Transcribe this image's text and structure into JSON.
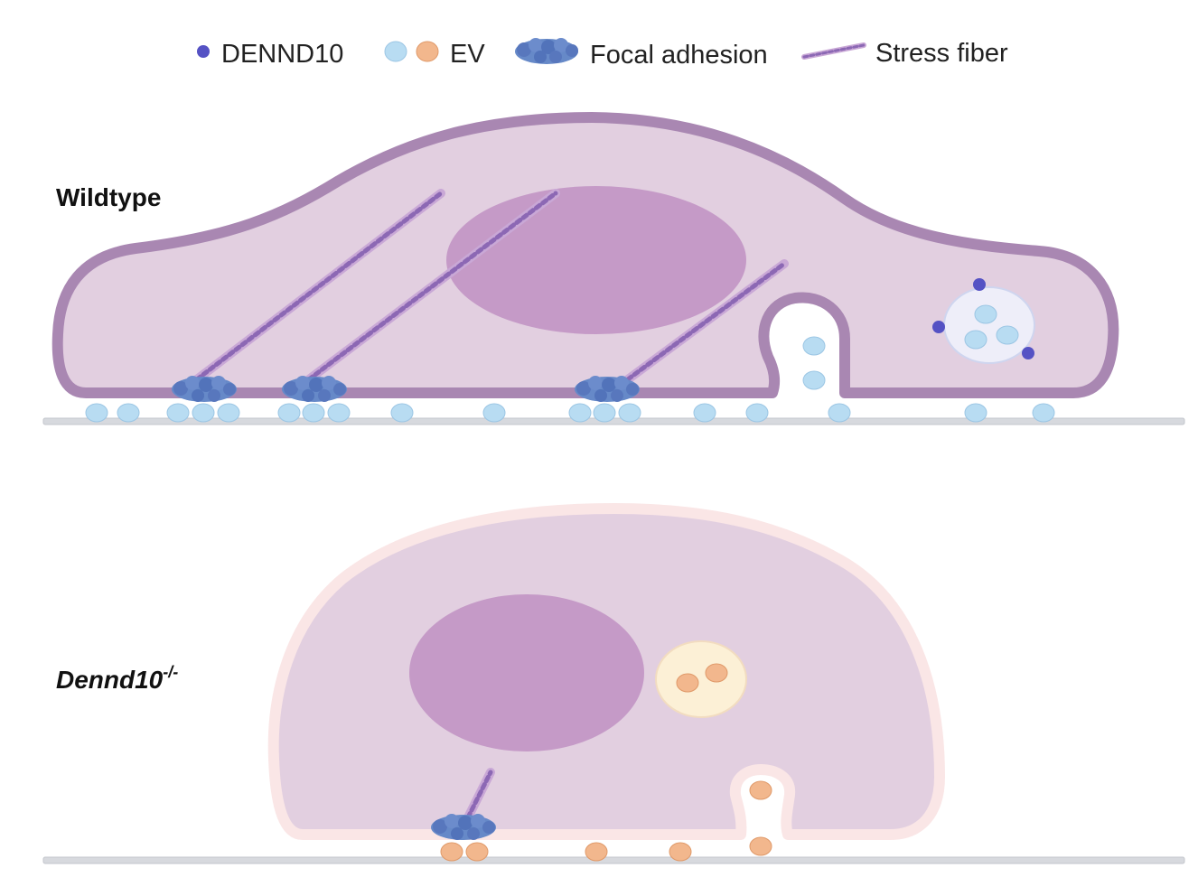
{
  "legend": {
    "dennd10_label": "DENND10",
    "ev_label": "EV",
    "focal_adhesion_label": "Focal adhesion",
    "stress_fiber_label": "Stress fiber"
  },
  "panels": {
    "wildtype": {
      "label": "Wildtype"
    },
    "knockout": {
      "label_main": "Dennd10",
      "label_sup": "-/-"
    }
  },
  "colors": {
    "dennd10": "#5552c4",
    "ev_wildtype": "#b8dcf2",
    "ev_knockout": "#f2b78d",
    "focal_adhesion": "#5b7fc4",
    "stress_fiber": "#8c68b4",
    "cell_membrane_wildtype": "#a987b2",
    "cell_body": "#e2cfe0",
    "nucleus": "#c59ac7",
    "cell_membrane_knockout": "#fae6e6",
    "substrate": "#d7d9de"
  },
  "icons": {
    "dennd10": "dot-icon",
    "ev": "circle-icon",
    "focal_adhesion": "cluster-icon",
    "stress_fiber": "fiber-icon"
  }
}
